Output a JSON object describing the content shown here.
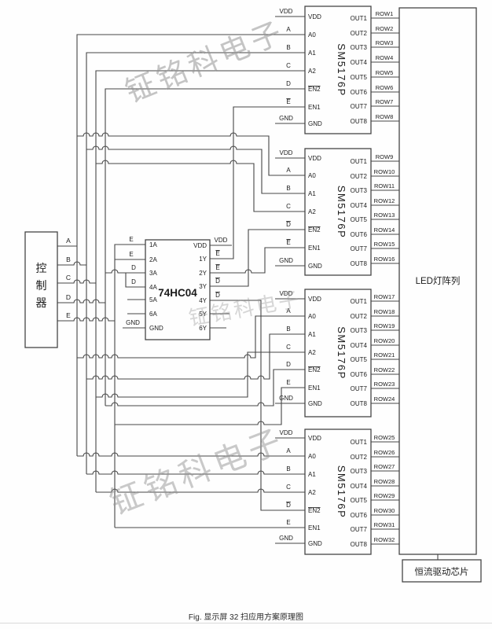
{
  "page": {
    "caption": "Fig. 显示屏 32 扫应用方案原理图"
  },
  "watermark": {
    "text": "钲铭科电子"
  },
  "controller": {
    "label": "控制器",
    "output_labels": [
      "A",
      "B",
      "C",
      "D",
      "E"
    ]
  },
  "inverter": {
    "label": "74HC04",
    "left_pins": [
      "1A",
      "2A",
      "3A",
      "4A",
      "5A",
      "6A",
      "GND"
    ],
    "right_pins": [
      "VDD",
      "1Y",
      "2Y",
      "3Y",
      "4Y",
      "5Y",
      "6Y"
    ],
    "left_wire_labels": [
      "E",
      "E",
      "D",
      "D",
      "GND"
    ],
    "right_wire_labels": [
      "VDD",
      {
        "t": "E",
        "bar": true
      },
      {
        "t": "E",
        "bar": true
      },
      {
        "t": "D",
        "bar": true
      },
      {
        "t": "D",
        "bar": true
      }
    ]
  },
  "driver_chips": [
    {
      "name": "SM5176P",
      "left_pins": [
        "VDD",
        "A0",
        "A1",
        "A2",
        {
          "t": "EN2",
          "bar": true
        },
        "EN1",
        "GND"
      ],
      "input_labels": [
        "VDD",
        "A",
        "B",
        "C",
        "D",
        {
          "t": "E",
          "bar": true
        },
        "GND"
      ],
      "output_pins": [
        "OUT1",
        "OUT2",
        "OUT3",
        "OUT4",
        "OUT5",
        "OUT6",
        "OUT7",
        "OUT8"
      ],
      "row_labels": [
        "ROW1",
        "ROW2",
        "ROW3",
        "ROW4",
        "ROW5",
        "ROW6",
        "ROW7",
        "ROW8"
      ]
    },
    {
      "name": "SM5176P",
      "left_pins": [
        "VDD",
        "A0",
        "A1",
        "A2",
        {
          "t": "EN2",
          "bar": true
        },
        "EN1",
        "GND"
      ],
      "input_labels": [
        "VDD",
        "A",
        "B",
        "C",
        {
          "t": "D",
          "bar": true
        },
        {
          "t": "E",
          "bar": true
        },
        "GND"
      ],
      "output_pins": [
        "OUT1",
        "OUT2",
        "OUT3",
        "OUT4",
        "OUT5",
        "OUT6",
        "OUT7",
        "OUT8"
      ],
      "row_labels": [
        "ROW9",
        "ROW10",
        "ROW11",
        "ROW12",
        "ROW13",
        "ROW14",
        "ROW15",
        "ROW16"
      ]
    },
    {
      "name": "SM5176P",
      "left_pins": [
        "VDD",
        "A0",
        "A1",
        "A2",
        {
          "t": "EN2",
          "bar": true
        },
        "EN1",
        "GND"
      ],
      "input_labels": [
        "VDD",
        "A",
        "B",
        "C",
        "D",
        "E",
        "GND"
      ],
      "output_pins": [
        "OUT1",
        "OUT2",
        "OUT3",
        "OUT4",
        "OUT5",
        "OUT6",
        "OUT7",
        "OUT8"
      ],
      "row_labels": [
        "ROW17",
        "ROW18",
        "ROW19",
        "ROW20",
        "ROW21",
        "ROW22",
        "ROW23",
        "ROW24"
      ]
    },
    {
      "name": "SM5176P",
      "left_pins": [
        "VDD",
        "A0",
        "A1",
        "A2",
        {
          "t": "EN2",
          "bar": true
        },
        "EN1",
        "GND"
      ],
      "input_labels": [
        "VDD",
        "A",
        "B",
        "C",
        {
          "t": "D",
          "bar": true
        },
        "E",
        "GND"
      ],
      "output_pins": [
        "OUT1",
        "OUT2",
        "OUT3",
        "OUT4",
        "OUT5",
        "OUT6",
        "OUT7",
        "OUT8"
      ],
      "row_labels": [
        "ROW25",
        "ROW26",
        "ROW27",
        "ROW28",
        "ROW29",
        "ROW30",
        "ROW31",
        "ROW32"
      ]
    }
  ],
  "led_array": {
    "label": "LED灯阵列"
  },
  "current_driver": {
    "label": "恒流驱动芯片"
  }
}
